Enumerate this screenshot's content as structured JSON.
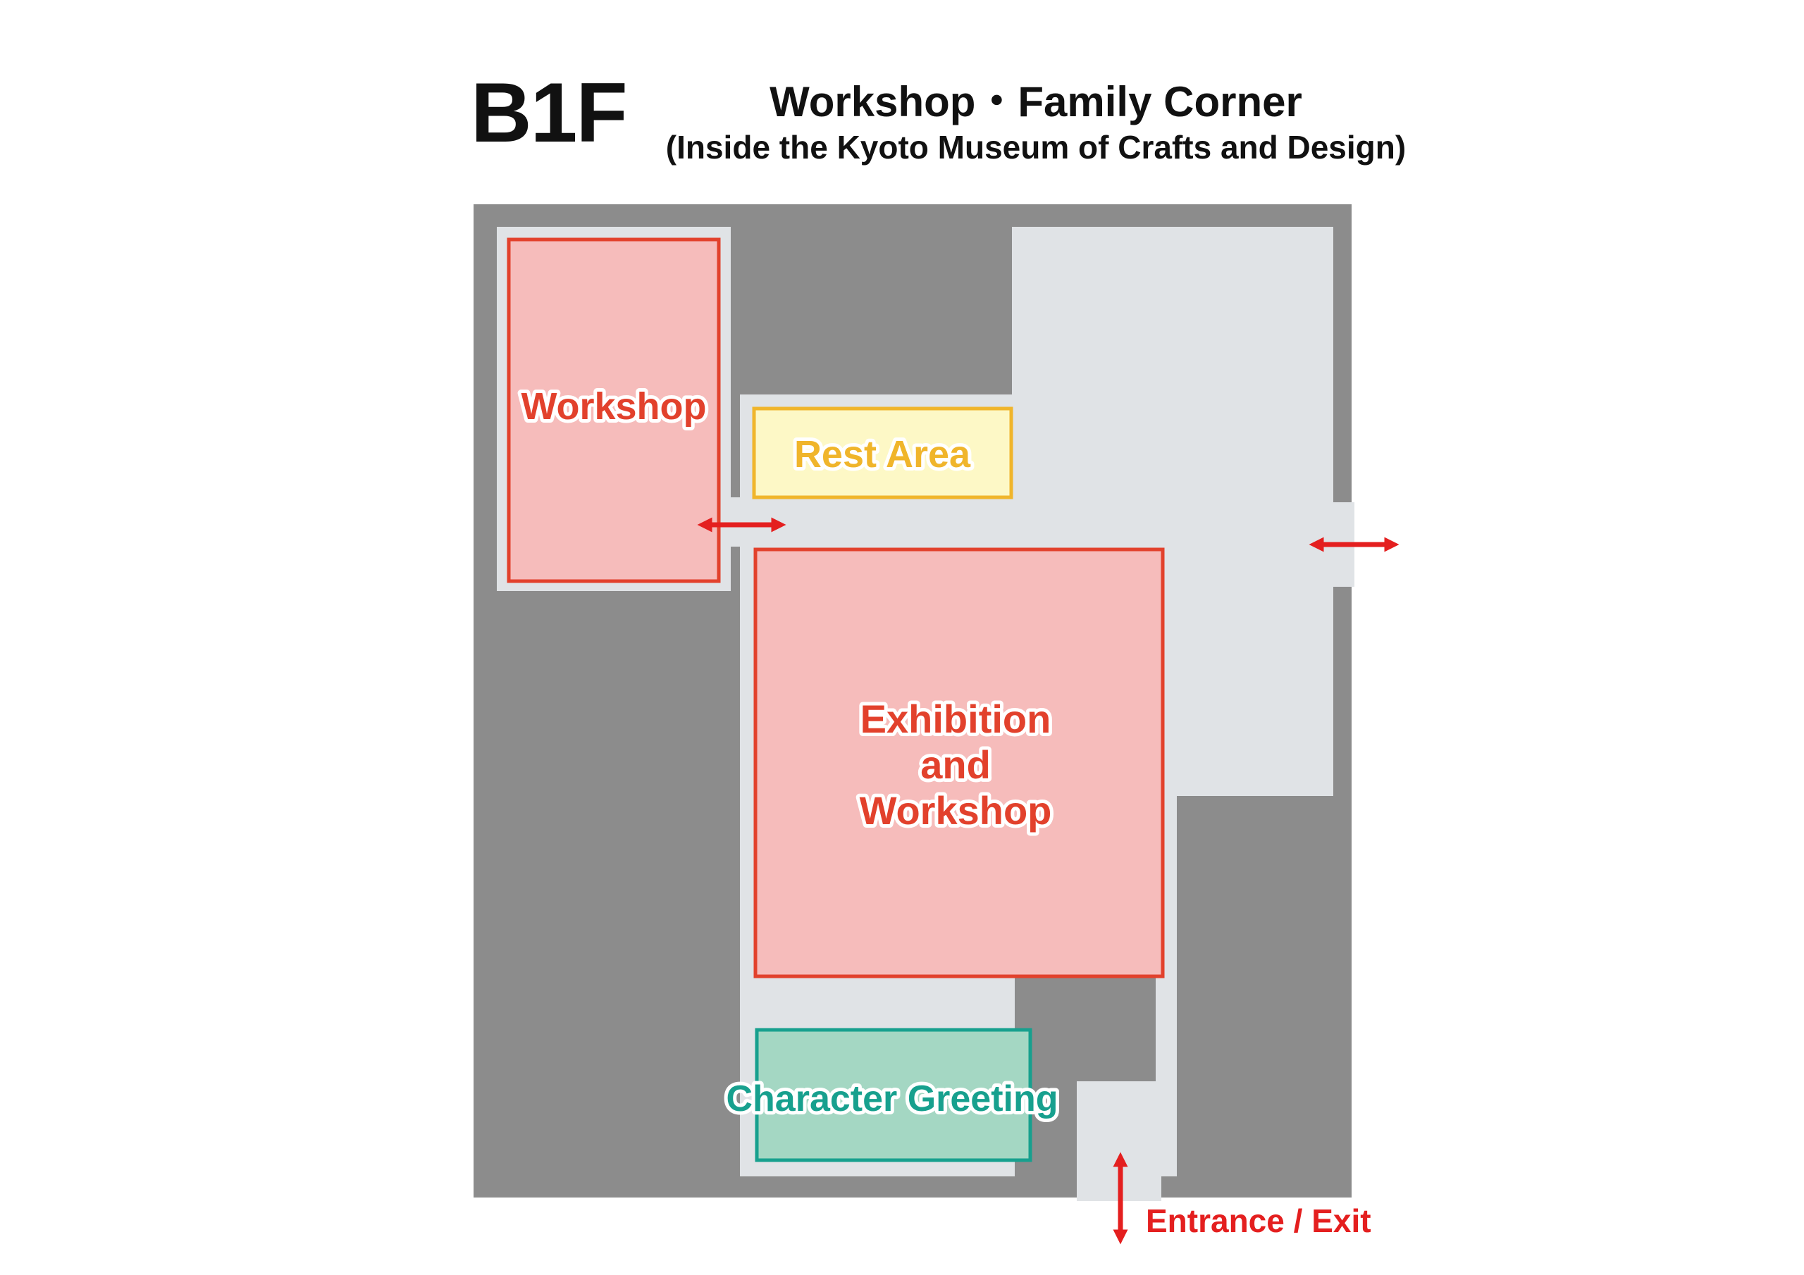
{
  "header": {
    "floor": "B1F",
    "title": "Workshop・Family Corner",
    "subtitle": "(Inside the Kyoto Museum of Crafts and Design)"
  },
  "rooms": {
    "workshop": "Workshop",
    "rest_area": "Rest Area",
    "exhibition_line1": "Exhibition",
    "exhibition_line2": "and",
    "exhibition_line3": "Workshop",
    "character_greeting": "Character Greeting"
  },
  "entrance": {
    "label": "Entrance / Exit"
  },
  "colors": {
    "wall": "#8c8c8c",
    "corridor": "#e0e3e6",
    "workshop_fill": "#f6bcbb",
    "workshop_stroke": "#e2412c",
    "rest_fill": "#fdf8c6",
    "rest_stroke": "#f0b52b",
    "greeting_fill": "#a4d7c3",
    "greeting_stroke": "#17a08e",
    "arrow": "#e41f1f"
  }
}
